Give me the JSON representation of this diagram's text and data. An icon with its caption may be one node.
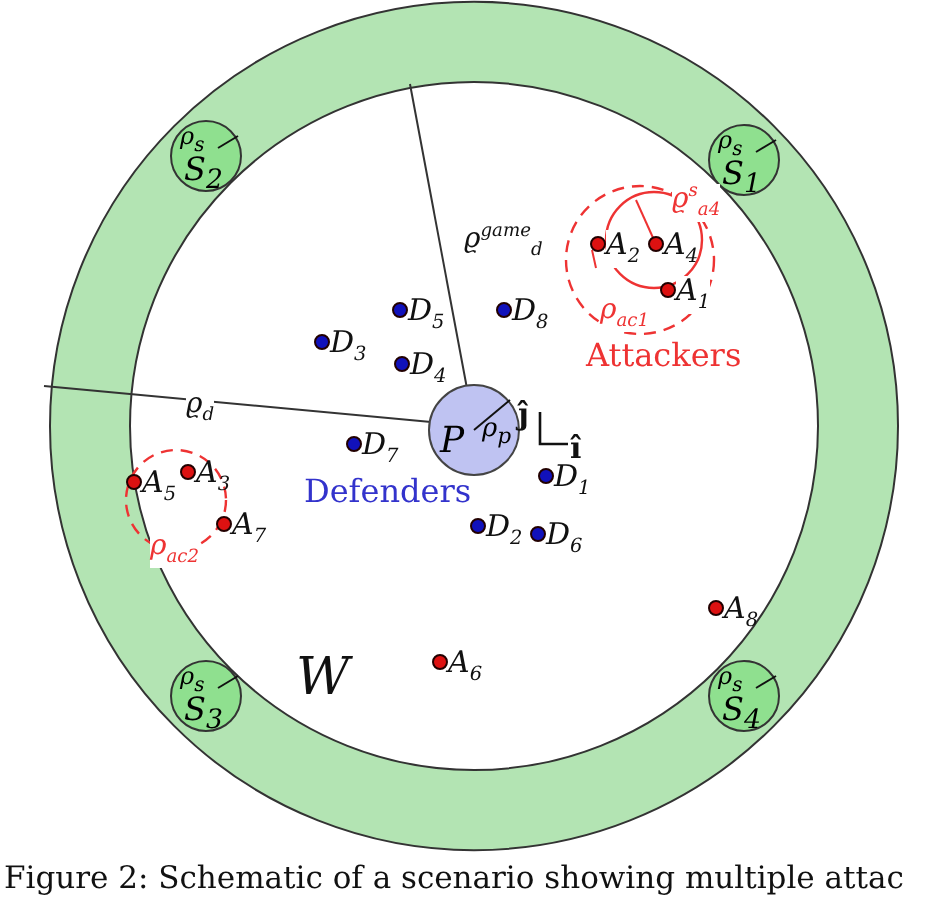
{
  "diagram": {
    "caption": "Figure 2: Schematic of a scenario showing multiple attac",
    "nodes": [
      {
        "text": [
          "P",
          "ρ$_{p}$"
        ]
      },
      {
        "text": [
          "ρ$_{s}$",
          "S$_{1}$"
        ]
      },
      {
        "text": [
          "ρ$_{s}$",
          "S$_{2}$"
        ]
      },
      {
        "text": [
          "ρ$_{s}$",
          "S$_{3}$"
        ]
      },
      {
        "text": [
          "ρ$_{s}$",
          "S$_{4}$"
        ]
      }
    ],
    "labels": [
      "ϱ$^{s}$$_{a4}$",
      "ϱ$^{game}$$_{d}$",
      "A$_{2}$",
      "A$_{4}$",
      "A$_{1}$",
      "D$_{5}$",
      "D$_{8}$",
      "ρ$_{ac1}$",
      "D$_{3}$",
      "D$_{4}$",
      "Attackers",
      "ϱ$_{d}$",
      "ĵ",
      "D$_{7}$",
      "î",
      "A$_{5}$",
      "A$_{3}$",
      "Defenders",
      "D$_{1}$",
      "A$_{7}$",
      "D$_{2}$",
      "D$_{6}$",
      "ρ$_{ac2}$",
      "A$_{8}$",
      "W",
      "A$_{6}$"
    ]
  }
}
